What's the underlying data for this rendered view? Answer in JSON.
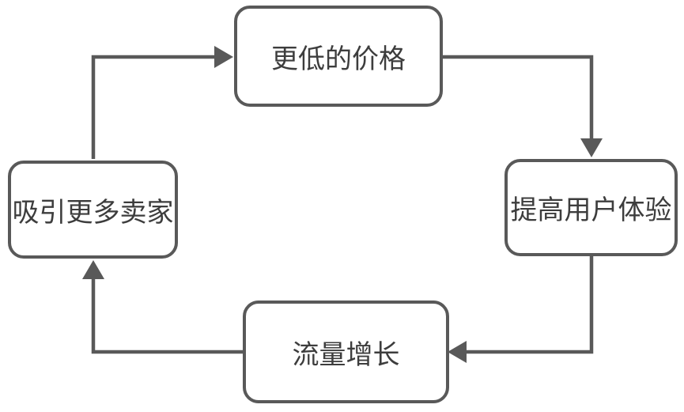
{
  "diagram": {
    "type": "cycle",
    "nodes": [
      {
        "id": "top",
        "label": "更低的价格"
      },
      {
        "id": "right",
        "label": "提高用户体验"
      },
      {
        "id": "bottom",
        "label": "流量增长"
      },
      {
        "id": "left",
        "label": "吸引更多卖家"
      }
    ],
    "edges": [
      {
        "from": "left",
        "to": "top"
      },
      {
        "from": "top",
        "to": "right"
      },
      {
        "from": "right",
        "to": "bottom"
      },
      {
        "from": "bottom",
        "to": "left"
      }
    ],
    "colors": {
      "node_border": "#595959",
      "edge_stroke": "#595959",
      "text": "#3d3d3d",
      "background": "#ffffff"
    }
  }
}
